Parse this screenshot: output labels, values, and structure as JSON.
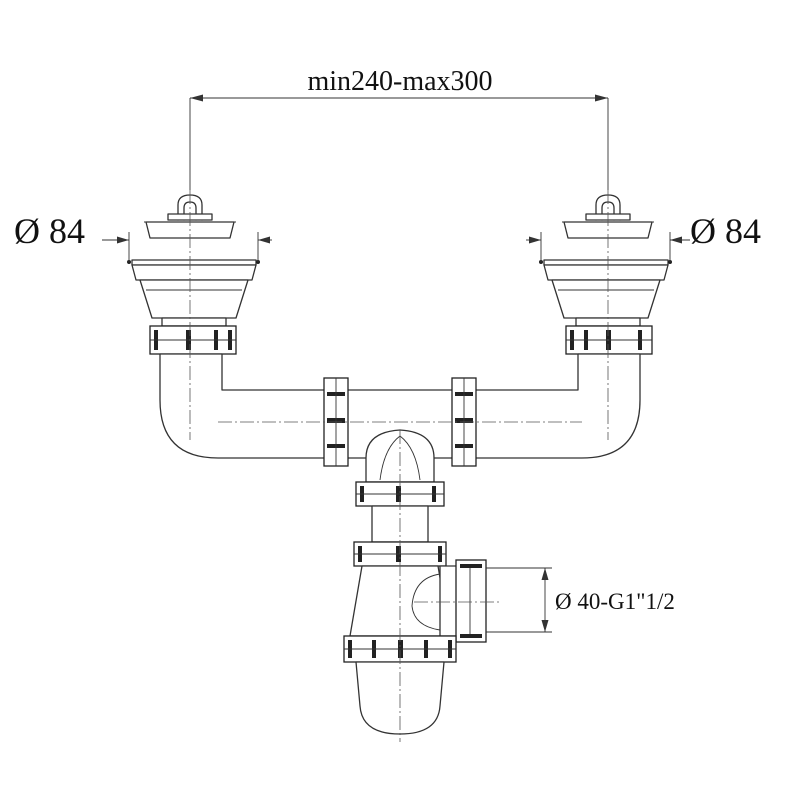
{
  "labels": {
    "center_distance": "min240-max300",
    "left_diameter": "Ø 84",
    "right_diameter": "Ø 84",
    "outlet": "Ø 40-G1\"1/2"
  }
}
